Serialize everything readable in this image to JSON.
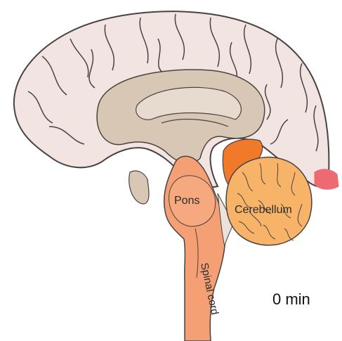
{
  "diagram": {
    "labels": {
      "pons": "Pons",
      "cerebellum": "Cerebellum",
      "spinal_cord": "Spinal cord"
    },
    "time": "0 min"
  },
  "colors": {
    "cortex": "#f2e4e1",
    "inner_brain": "#d9c7b6",
    "brainstem": "#f5a074",
    "cerebellum": "#f7b469",
    "midbrain_highlight": "#f07a2a",
    "occipital_highlight": "#ee6a73",
    "outline": "#4a4242"
  }
}
